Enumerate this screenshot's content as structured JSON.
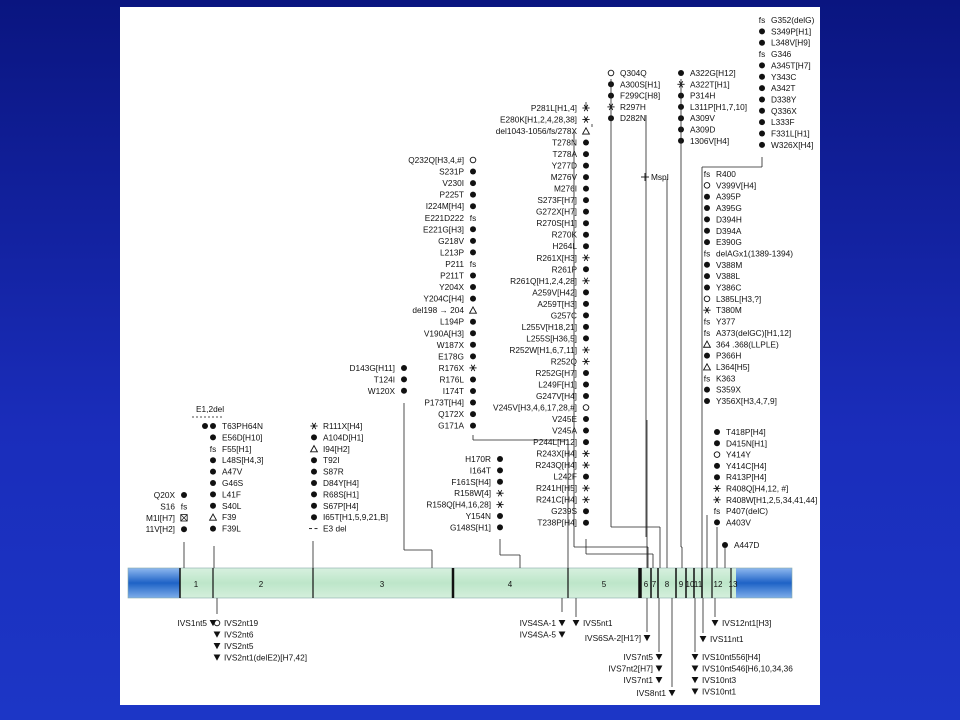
{
  "figure": {
    "restriction_site": "MspI",
    "exon_group_label": "E1,2del",
    "exons": [
      {
        "label": "1",
        "kind": "coding"
      },
      {
        "label": "2",
        "kind": "coding"
      },
      {
        "label": "3",
        "kind": "coding"
      },
      {
        "label": "4",
        "kind": "coding"
      },
      {
        "label": "5",
        "kind": "coding"
      },
      {
        "label": "6",
        "kind": "coding"
      },
      {
        "label": "7",
        "kind": "coding"
      },
      {
        "label": "8",
        "kind": "coding"
      },
      {
        "label": "9",
        "kind": "coding"
      },
      {
        "label": "10",
        "kind": "coding"
      },
      {
        "label": "11",
        "kind": "coding"
      },
      {
        "label": "12",
        "kind": "coding"
      },
      {
        "label": "13",
        "kind": "coding"
      }
    ],
    "upper_columns": [
      {
        "name": "exon1",
        "side": "left",
        "items": [
          {
            "t": "Q20X",
            "s": "dot"
          },
          {
            "t": "S16",
            "s": "fs"
          },
          {
            "t": "M1I[H7]",
            "s": "boxx"
          },
          {
            "t": "11V[H2]",
            "s": "dot"
          }
        ]
      },
      {
        "name": "exon2",
        "side": "right",
        "items": [
          {
            "t": "T63PH64N",
            "s": "dot2"
          },
          {
            "t": "E56D[H10]",
            "s": "dot"
          },
          {
            "t": "F55[H1]",
            "s": "fs"
          },
          {
            "t": "L48S[H4,3]",
            "s": "dot"
          },
          {
            "t": "A47V",
            "s": "dot"
          },
          {
            "t": "G46S",
            "s": "dot"
          },
          {
            "t": "L41F",
            "s": "dot"
          },
          {
            "t": "S40L",
            "s": "dot"
          },
          {
            "t": "F39",
            "s": "tri"
          },
          {
            "t": "F39L",
            "s": "dot"
          }
        ]
      },
      {
        "name": "exon3",
        "side": "right",
        "items": [
          {
            "t": "R111X[H4]",
            "s": "star"
          },
          {
            "t": "A104D[H1]",
            "s": "dot"
          },
          {
            "t": "I94[H2]",
            "s": "tri"
          },
          {
            "t": "T92I",
            "s": "dot"
          },
          {
            "t": "S87R",
            "s": "dot"
          },
          {
            "t": "D84Y[H4]",
            "s": "dot"
          },
          {
            "t": "R68S[H1]",
            "s": "dot"
          },
          {
            "t": "S67P[H4]",
            "s": "dot"
          },
          {
            "t": "I65T[H1,5,9,21,B]",
            "s": "dot"
          },
          {
            "t": "E3 del",
            "s": "dash"
          }
        ]
      },
      {
        "name": "exon3b",
        "side": "left",
        "items": [
          {
            "t": "D143G[H11]",
            "s": "dot"
          },
          {
            "t": "T124I",
            "s": "dot"
          },
          {
            "t": "W120X",
            "s": "dot"
          }
        ]
      },
      {
        "name": "exon4a",
        "side": "left",
        "items": [
          {
            "t": "Q232Q[H3,4,#]",
            "s": "circ"
          },
          {
            "t": "S231P",
            "s": "dot"
          },
          {
            "t": "V230I",
            "s": "dot"
          },
          {
            "t": "P225T",
            "s": "dot"
          },
          {
            "t": "I224M[H4]",
            "s": "dot"
          },
          {
            "t": "E221D222",
            "s": "fs"
          },
          {
            "t": "E221G[H3]",
            "s": "dot"
          },
          {
            "t": "G218V",
            "s": "dot"
          },
          {
            "t": "L213P",
            "s": "dot"
          },
          {
            "t": "P211",
            "s": "fs"
          },
          {
            "t": "P211T",
            "s": "dot"
          },
          {
            "t": "Y204X",
            "s": "dot"
          },
          {
            "t": "Y204C[H4]",
            "s": "dot"
          },
          {
            "t": "del198 → 204",
            "s": "tri"
          },
          {
            "t": "L194P",
            "s": "dot"
          },
          {
            "t": "V190A[H3]",
            "s": "dot"
          },
          {
            "t": "W187X",
            "s": "dot"
          },
          {
            "t": "E178G",
            "s": "dot"
          },
          {
            "t": "R176X",
            "s": "star"
          },
          {
            "t": "R176L",
            "s": "dot"
          },
          {
            "t": "I174T",
            "s": "dot"
          },
          {
            "t": "P173T[H4]",
            "s": "dot"
          },
          {
            "t": "Q172X",
            "s": "dot"
          },
          {
            "t": "G171A",
            "s": "dot"
          }
        ]
      },
      {
        "name": "exon4b",
        "side": "left",
        "items": [
          {
            "t": "H170R",
            "s": "dot"
          },
          {
            "t": "I164T",
            "s": "dot"
          },
          {
            "t": "F161S[H4]",
            "s": "dot"
          },
          {
            "t": "R158W[4]",
            "s": "star"
          },
          {
            "t": "R158Q[H4,16,28]",
            "s": "star"
          },
          {
            "t": "Y154N",
            "s": "dot"
          },
          {
            "t": "G148S[H1]",
            "s": "dot"
          }
        ]
      },
      {
        "name": "exon5to7",
        "side": "left",
        "items": [
          {
            "t": "P281L[H1,4]",
            "s": "star"
          },
          {
            "t": "E280K[H1,2,4,28,38]",
            "s": "star"
          },
          {
            "t": "del1043-1056/fs/278X",
            "s": "tri"
          },
          {
            "t": "T278N",
            "s": "dot"
          },
          {
            "t": "T278A",
            "s": "dot"
          },
          {
            "t": "Y277D",
            "s": "dot"
          },
          {
            "t": "M276V",
            "s": "dot"
          },
          {
            "t": "M276I",
            "s": "dot"
          },
          {
            "t": "S273F[H7]",
            "s": "dot"
          },
          {
            "t": "G272X[H7]",
            "s": "dot"
          },
          {
            "t": "R270S[H1]",
            "s": "dot"
          },
          {
            "t": "R270K",
            "s": "dot"
          },
          {
            "t": "H264L",
            "s": "dot"
          },
          {
            "t": "R261X[H3]",
            "s": "star"
          },
          {
            "t": "R261P",
            "s": "dot"
          },
          {
            "t": "R261Q[H1,2,4,28]",
            "s": "star"
          },
          {
            "t": "A259V[H42]",
            "s": "dot"
          },
          {
            "t": "A259T[H3]",
            "s": "dot"
          },
          {
            "t": "G257C",
            "s": "dot"
          },
          {
            "t": "L255V[H18,21]",
            "s": "dot"
          },
          {
            "t": "L255S[H36,5]",
            "s": "dot"
          },
          {
            "t": "R252W[H1,6,7,11]",
            "s": "star"
          },
          {
            "t": "R252Q",
            "s": "star"
          },
          {
            "t": "R252G[H7]",
            "s": "dot"
          },
          {
            "t": "L249F[H1]",
            "s": "dot"
          },
          {
            "t": "G247V[H4]",
            "s": "dot"
          },
          {
            "t": "V245V[H3,4,6,17,28,#]",
            "s": "circ"
          },
          {
            "t": "V245E",
            "s": "dot"
          },
          {
            "t": "V245A",
            "s": "dot"
          },
          {
            "t": "P244L[H12]",
            "s": "dot"
          },
          {
            "t": "R243X[H4]",
            "s": "star"
          },
          {
            "t": "R243Q[H4]",
            "s": "star"
          },
          {
            "t": "L242F",
            "s": "dot"
          },
          {
            "t": "R241H[H5]",
            "s": "star"
          },
          {
            "t": "R241C[H4]",
            "s": "star"
          },
          {
            "t": "G239S",
            "s": "dot"
          },
          {
            "t": "T238P[H4]",
            "s": "dot"
          }
        ]
      },
      {
        "name": "exon8",
        "side": "right",
        "items": [
          {
            "t": "Q304Q",
            "s": "circ"
          },
          {
            "t": "A300S[H1]",
            "s": "dot"
          },
          {
            "t": "F299C[H8]",
            "s": "dot"
          },
          {
            "t": "R297H",
            "s": "star"
          },
          {
            "t": "D282N",
            "s": "dot"
          }
        ]
      },
      {
        "name": "exon9",
        "side": "right",
        "items": [
          {
            "t": "A322G[H12]",
            "s": "dot"
          },
          {
            "t": "A322T[H1]",
            "s": "star"
          },
          {
            "t": "P314H",
            "s": "dot"
          },
          {
            "t": "L311P[H1,7,10]",
            "s": "dot"
          },
          {
            "t": "A309V",
            "s": "dot"
          },
          {
            "t": "A309D",
            "s": "dot"
          },
          {
            "t": "1306V[H4]",
            "s": "dot"
          }
        ]
      },
      {
        "name": "exon10",
        "side": "right",
        "items": [
          {
            "t": "G352(delG)",
            "s": "fs"
          },
          {
            "t": "S349P[H1]",
            "s": "dot"
          },
          {
            "t": "L348V[H9]",
            "s": "dot"
          },
          {
            "t": "G346",
            "s": "fs"
          },
          {
            "t": "A345T[H7]",
            "s": "dot"
          },
          {
            "t": "Y343C",
            "s": "dot"
          },
          {
            "t": "A342T",
            "s": "dot"
          },
          {
            "t": "D338Y",
            "s": "dot"
          },
          {
            "t": "Q336X",
            "s": "dot"
          },
          {
            "t": "L333F",
            "s": "dot"
          },
          {
            "t": "F331L[H1]",
            "s": "dot"
          },
          {
            "t": "W326X[H4]",
            "s": "dot"
          }
        ]
      },
      {
        "name": "exon11",
        "side": "right",
        "items": [
          {
            "t": "R400",
            "s": "fs"
          },
          {
            "t": "V399V[H4]",
            "s": "circ"
          },
          {
            "t": "A395P",
            "s": "dot"
          },
          {
            "t": "A395G",
            "s": "dot"
          },
          {
            "t": "D394H",
            "s": "dot"
          },
          {
            "t": "D394A",
            "s": "dot"
          },
          {
            "t": "E390G",
            "s": "dot"
          },
          {
            "t": "delAGx1(1389-1394)",
            "s": "fs"
          },
          {
            "t": "V388M",
            "s": "dot"
          },
          {
            "t": "V388L",
            "s": "dot"
          },
          {
            "t": "Y386C",
            "s": "dot"
          },
          {
            "t": "L385L[H3,?]",
            "s": "circ"
          },
          {
            "t": "T380M",
            "s": "star"
          },
          {
            "t": "Y377",
            "s": "fs"
          },
          {
            "t": "A373(delGC)[H1,12]",
            "s": "fs"
          },
          {
            "t": "364  .368(LLPLE)",
            "s": "tri"
          },
          {
            "t": "P366H",
            "s": "dot"
          },
          {
            "t": "L364[H5]",
            "s": "tri"
          },
          {
            "t": "K363",
            "s": "fs"
          },
          {
            "t": "S359X",
            "s": "dot"
          },
          {
            "t": "Y356X[H3,4,7,9]",
            "s": "dot"
          }
        ]
      },
      {
        "name": "exon12",
        "side": "right",
        "items": [
          {
            "t": "T418P[H4]",
            "s": "dot"
          },
          {
            "t": "D415N[H1]",
            "s": "dot"
          },
          {
            "t": "Y414Y",
            "s": "circ"
          },
          {
            "t": "Y414C[H4]",
            "s": "dot"
          },
          {
            "t": "R413P[H4]",
            "s": "dot"
          },
          {
            "t": "R408Q[H4,12, #]",
            "s": "star"
          },
          {
            "t": "R408W[H1,2,5,34,41,44]",
            "s": "star"
          },
          {
            "t": "P407(delC)",
            "s": "fs"
          },
          {
            "t": "A403V",
            "s": "dot"
          }
        ]
      },
      {
        "name": "exon13",
        "side": "right",
        "items": [
          {
            "t": "A447D",
            "s": "dot"
          }
        ]
      }
    ],
    "lower_columns": [
      {
        "name": "ivs1",
        "items": [
          {
            "t": "IVS1nt5",
            "s": "tridown",
            "side": "left"
          }
        ]
      },
      {
        "name": "ivs2",
        "items": [
          {
            "t": "IVS2nt19",
            "s": "circ",
            "side": "right"
          },
          {
            "t": "IVS2nt6",
            "s": "tridown",
            "side": "right"
          },
          {
            "t": "IVS2nt5",
            "s": "tridown",
            "side": "right"
          },
          {
            "t": "IVS2nt1(delE2)[H7,42]",
            "s": "tridown",
            "side": "right"
          }
        ]
      },
      {
        "name": "ivs4",
        "items": [
          {
            "t": "IVS4SA-1",
            "s": "tridown",
            "side": "left"
          },
          {
            "t": "IVS4SA-5",
            "s": "tridown",
            "side": "left"
          }
        ]
      },
      {
        "name": "ivs5",
        "items": [
          {
            "t": "IVS5nt1",
            "s": "tridown",
            "side": "right"
          }
        ]
      },
      {
        "name": "ivs6",
        "items": [
          {
            "t": "IVS6SA-2[H1?]",
            "s": "tridown",
            "side": "left"
          }
        ]
      },
      {
        "name": "ivs7",
        "items": [
          {
            "t": "IVS7nt5",
            "s": "tridown",
            "side": "left"
          },
          {
            "t": "IVS7nt2[H7]",
            "s": "tridown",
            "side": "left"
          },
          {
            "t": "IVS7nt1",
            "s": "tridown",
            "side": "left"
          }
        ]
      },
      {
        "name": "ivs8",
        "items": [
          {
            "t": "IVS8nt1",
            "s": "tridown",
            "side": "left"
          }
        ]
      },
      {
        "name": "ivs10",
        "items": [
          {
            "t": "IVS10nt556[H4]",
            "s": "tridown",
            "side": "right"
          },
          {
            "t": "IVS10nt546[H6,10,34,36",
            "s": "tridown",
            "side": "right"
          },
          {
            "t": "IVS10nt3",
            "s": "tridown",
            "side": "right"
          },
          {
            "t": "IVS10nt1",
            "s": "tridown",
            "side": "right"
          }
        ]
      },
      {
        "name": "ivs11",
        "items": [
          {
            "t": "IVS11nt1",
            "s": "tridown",
            "side": "right"
          }
        ]
      },
      {
        "name": "ivs12",
        "items": [
          {
            "t": "IVS12nt1[H3]",
            "s": "tridown",
            "side": "right"
          }
        ]
      }
    ]
  }
}
